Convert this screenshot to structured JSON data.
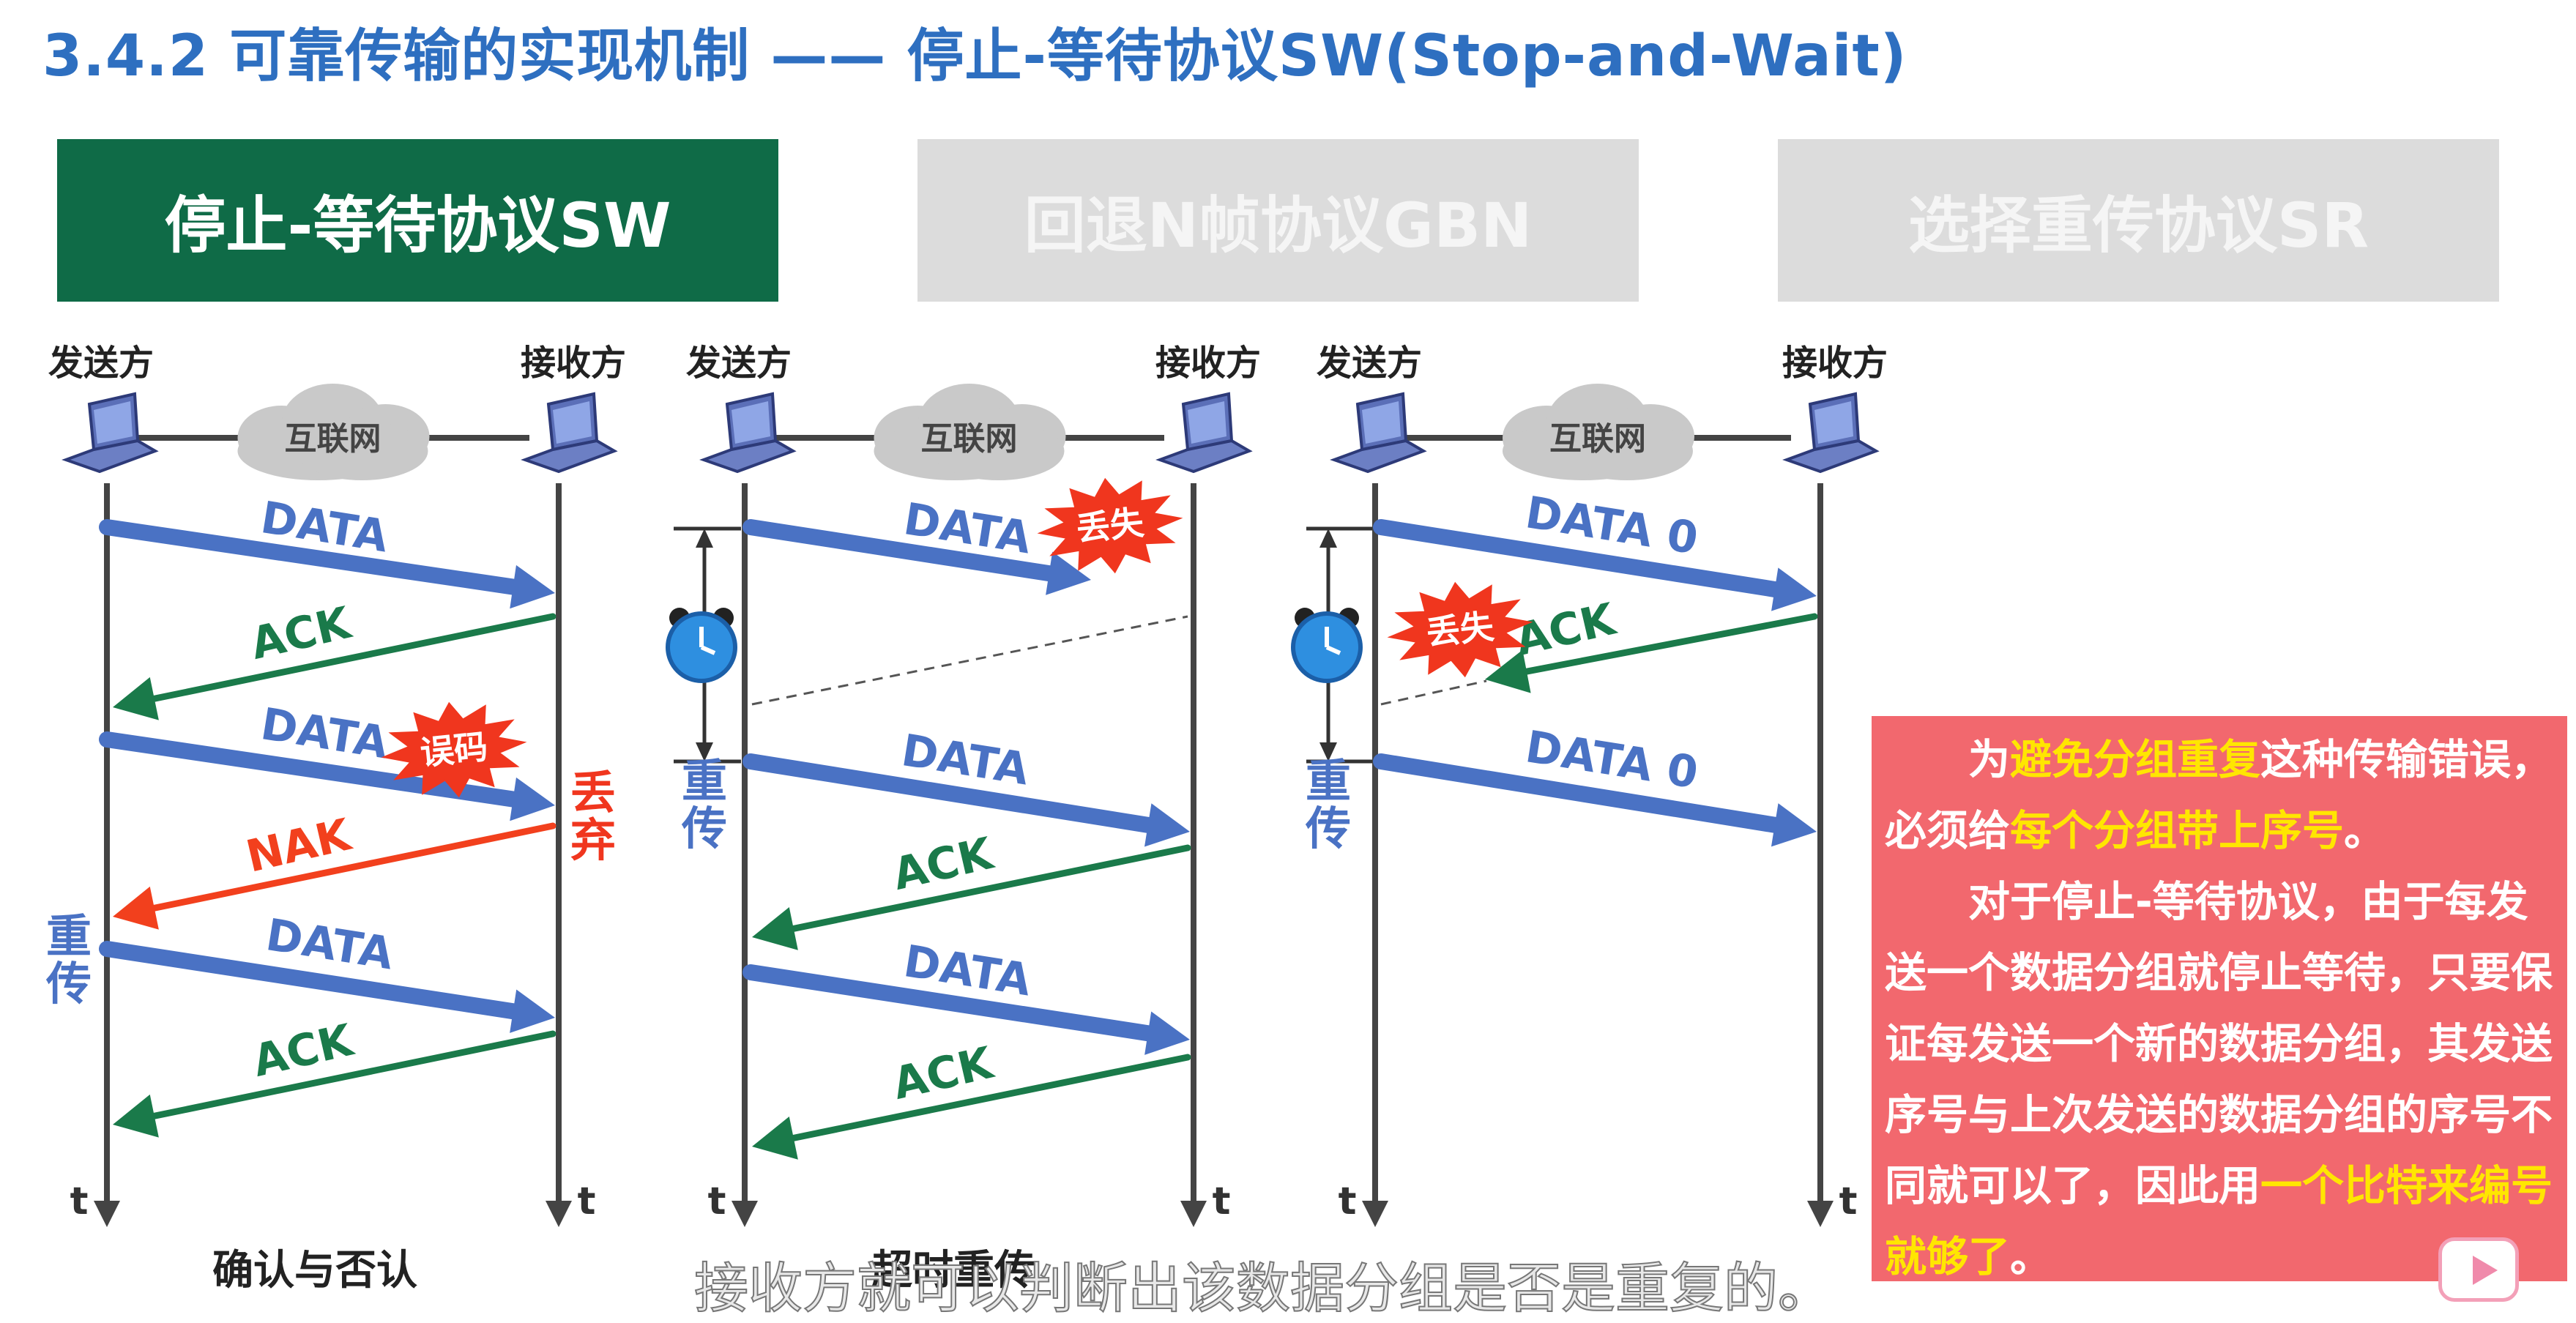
{
  "title": "3.4.2 可靠传输的实现机制 —— 停止-等待协议SW(Stop-and-Wait)",
  "tabs": [
    {
      "label": "停止-等待协议SW",
      "active": true
    },
    {
      "label": "回退N帧协议GBN",
      "active": false
    },
    {
      "label": "选择重传协议SR",
      "active": false
    }
  ],
  "labels": {
    "sender": "发送方",
    "receiver": "接收方",
    "network": "互联网",
    "time": "t",
    "data": "DATA",
    "data0": "DATA 0",
    "ack": "ACK",
    "nak": "NAK",
    "lost": "丢失",
    "error": "误码",
    "discard": "丢弃",
    "retransmit": "重传"
  },
  "captions": {
    "panel1": "确认与否认",
    "panel2": "超时重传"
  },
  "colors": {
    "title": "#2e6fc0",
    "active_tab": "#0f6b47",
    "inactive_tab": "#dcdcdc",
    "data_arrow": "#4a72c4",
    "ack_arrow": "#1a7a4a",
    "nak_arrow": "#f2401d",
    "burst": "#f0361e",
    "note_bg": "#f2686e",
    "highlight": "#ffe600"
  },
  "note": {
    "p1": [
      {
        "t": "为",
        "hl": false
      },
      {
        "t": "避免分组重复",
        "hl": true
      },
      {
        "t": "这种传输错误，必须给",
        "hl": false
      },
      {
        "t": "每个分组带上序号",
        "hl": true
      },
      {
        "t": "。",
        "hl": false
      }
    ],
    "p2": [
      {
        "t": "对于停止-等待协议，由于每发送一个数据分组就停止等待，只要保证每发送一个新的数据分组，其发送序号与上次发送的数据分组的序号不同就可以了，因此用",
        "hl": false
      },
      {
        "t": "一个比特来编号就够了",
        "hl": true
      },
      {
        "t": "。",
        "hl": false
      }
    ]
  },
  "subtitle": "接收方就可以判断出该数据分组是否是重复的。",
  "icons": [
    "laptop-icon",
    "cloud-icon",
    "alarm-clock-icon",
    "burst-icon",
    "video-play-icon"
  ]
}
